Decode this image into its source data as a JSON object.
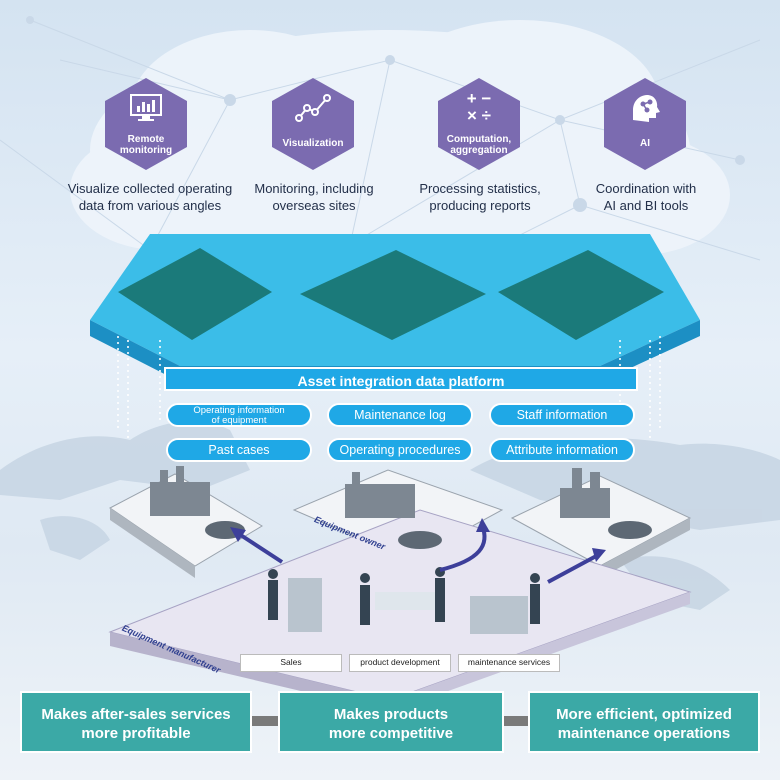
{
  "functions": [
    {
      "label_line1": "Remote",
      "label_line2": "monitoring",
      "icon": "monitor-chart-icon",
      "caption_line1": "Visualize collected operating",
      "caption_line2": "data from various angles"
    },
    {
      "label_line1": "Visualization",
      "label_line2": "",
      "icon": "line-graph-icon",
      "caption_line1": "Monitoring, including",
      "caption_line2": "overseas sites"
    },
    {
      "label_line1": "Computation,",
      "label_line2": "aggregation",
      "icon": "arithmetic-operators-icon",
      "caption_line1": "Processing statistics,",
      "caption_line2": "producing reports"
    },
    {
      "label_line1": "AI",
      "label_line2": "",
      "icon": "ai-head-icon",
      "caption_line1": "Coordination with",
      "caption_line2": "AI and BI tools"
    }
  ],
  "platform": {
    "title": "Asset integration data platform",
    "items": [
      {
        "line1": "Operating information",
        "line2": "of equipment"
      },
      {
        "line1": "Maintenance log",
        "line2": ""
      },
      {
        "line1": "Staff information",
        "line2": ""
      },
      {
        "line1": "Past cases",
        "line2": ""
      },
      {
        "line1": "Operating procedures",
        "line2": ""
      },
      {
        "line1": "Attribute information",
        "line2": ""
      }
    ]
  },
  "ground": {
    "equipment_owner_label": "Equipment owner",
    "equipment_manufacturer_label": "Equipment manufacturer",
    "roles": [
      "Sales",
      "product development",
      "maintenance services"
    ]
  },
  "outcomes": [
    {
      "line1": "Makes after-sales services",
      "line2": "more profitable"
    },
    {
      "line1": "Makes products",
      "line2": "more competitive"
    },
    {
      "line1": "More efficient, optimized",
      "line2": "maintenance operations"
    }
  ],
  "colors": {
    "hexagon": "#7b6bb0",
    "platform_blue": "#1fa8e6",
    "platform_top": "#3bbde8",
    "factory_tile": "#1b7a7a",
    "outcome_teal": "#3ba9a6",
    "arrow": "#3d3f9a"
  }
}
